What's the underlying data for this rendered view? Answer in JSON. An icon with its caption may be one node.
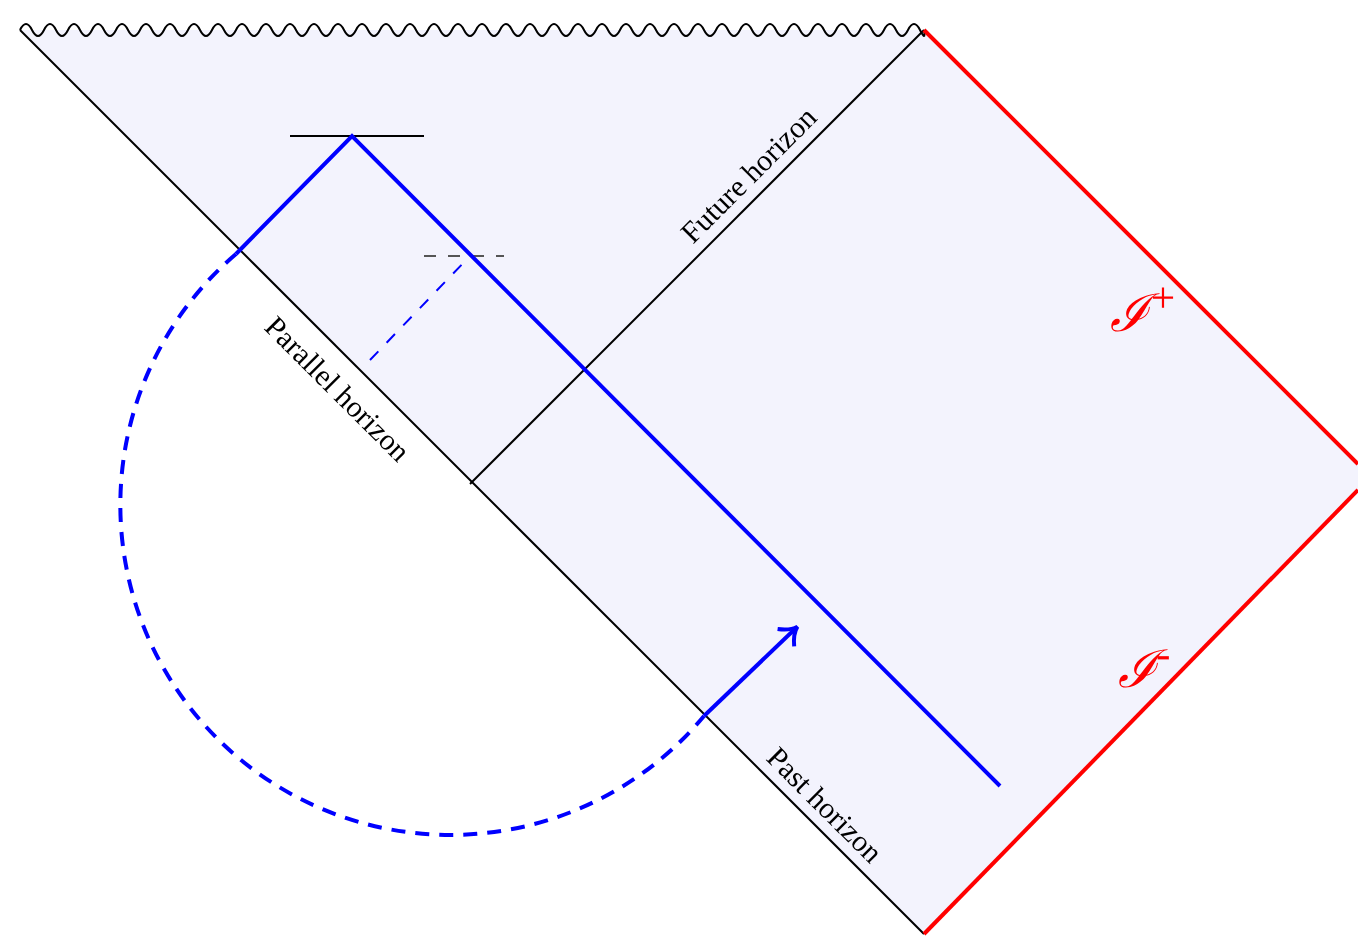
{
  "diagram": {
    "labels": [
      "Future horizon",
      "Parallel horizon",
      "Past horizon",
      "ℐ$^{+}$",
      "ℐ$^{-}$"
    ]
  }
}
